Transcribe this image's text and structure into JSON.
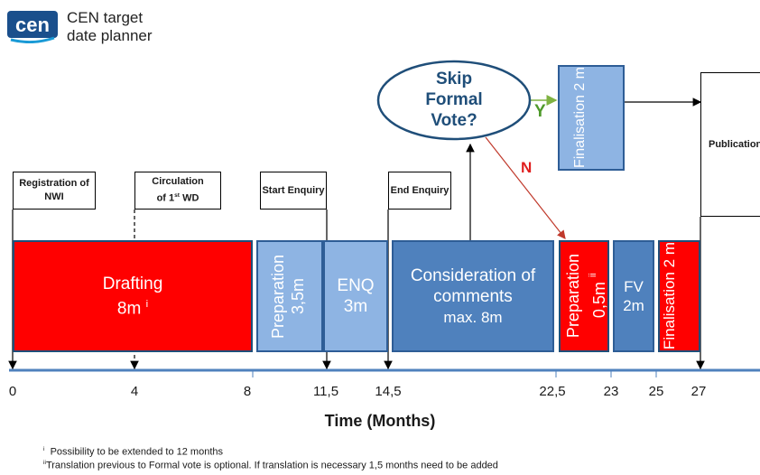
{
  "brand": {
    "line1": "CEN target",
    "line2": "date planner"
  },
  "milestones": {
    "registration": "Registration of NWI",
    "circulation": "Circulation of 1st WD",
    "start_enquiry": "Start Enquiry",
    "end_enquiry": "End Enquiry",
    "publication": "Publication"
  },
  "phases": {
    "drafting": "Drafting",
    "drafting_duration": "8m",
    "drafting_note_mark": "i",
    "preparation1": "Preparation 3,5m",
    "enq": "ENQ",
    "enq_duration": "3m",
    "consideration": "Consideration of comments",
    "consideration_duration": "max. 8m",
    "preparation2": "Preparation",
    "preparation2_duration": "0,5m",
    "preparation2_note_mark": "ii",
    "fv": "FV",
    "fv_duration": "2m",
    "finalisation": "Finalisation 2 m",
    "finalisation_top": "Finalisation 2 m"
  },
  "decision": {
    "text": "Skip Formal Vote?",
    "yes": "Y",
    "no": "N"
  },
  "axis": {
    "title": "Time (Months)",
    "ticks": [
      "0",
      "4",
      "8",
      "11,5",
      "14,5",
      "22,5",
      "23",
      "25",
      "27"
    ]
  },
  "footnotes": {
    "note1_mark": "i",
    "note1": "Possibility to be extended to 12 months",
    "note2_mark": "ii",
    "note2": "Translation previous to Formal vote is optional. If translation is necessary 1,5 months need to be added"
  },
  "colors": {
    "red": "#ff0000",
    "light_blue": "#8eb4e3",
    "medium_blue": "#4f81bd",
    "axis": "#4f81bd"
  }
}
